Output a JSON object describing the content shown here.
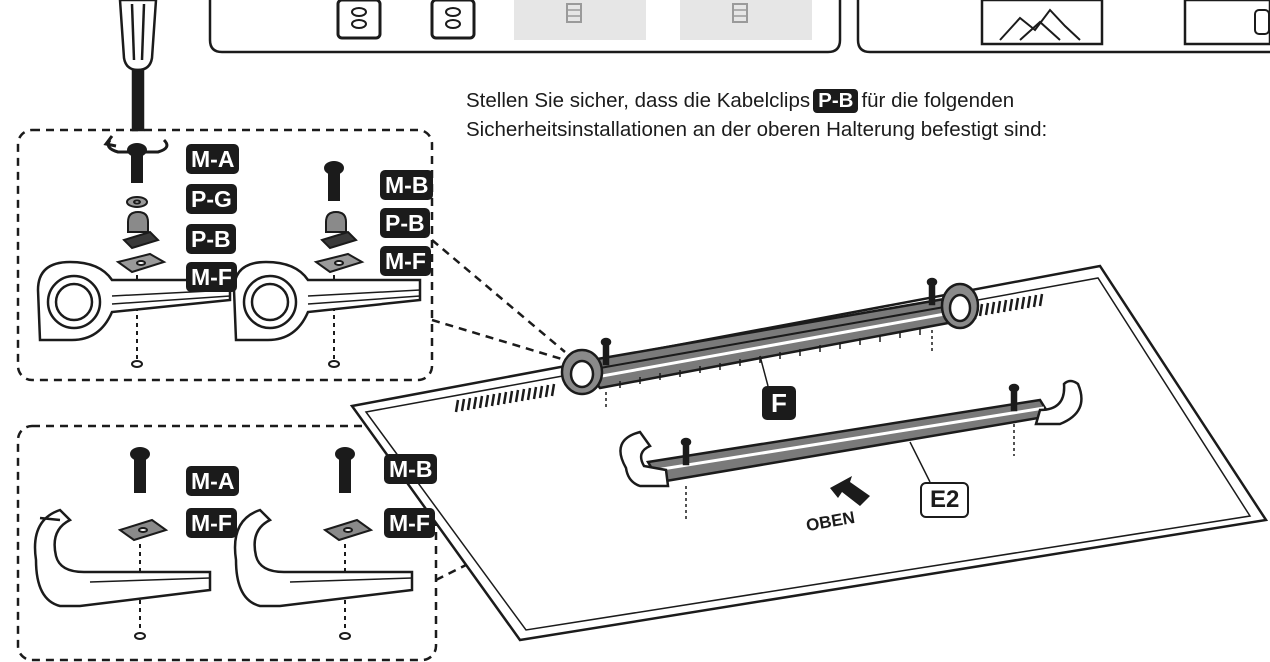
{
  "instruction": {
    "before": "Stellen Sie sicher, dass die Kabelclips",
    "part": "P-B",
    "after_line1": "für die folgenden",
    "line2": "Sicherheitsinstallationen an der oberen Halterung befestigt sind:"
  },
  "top_detail_labels": [
    "M-A",
    "P-G",
    "P-B",
    "M-F"
  ],
  "top_detail_labels_right": [
    "M-B",
    "P-B",
    "M-F"
  ],
  "bottom_detail_labels": [
    "M-A",
    "M-F"
  ],
  "bottom_detail_labels_right": [
    "M-B",
    "M-F"
  ],
  "bracket_label_f": "F",
  "bracket_label_e2": "E2",
  "direction_label": "OBEN",
  "colors": {
    "ink": "#1b1b1b",
    "gray": "#8a8a8a",
    "light": "#d9d9d9"
  }
}
